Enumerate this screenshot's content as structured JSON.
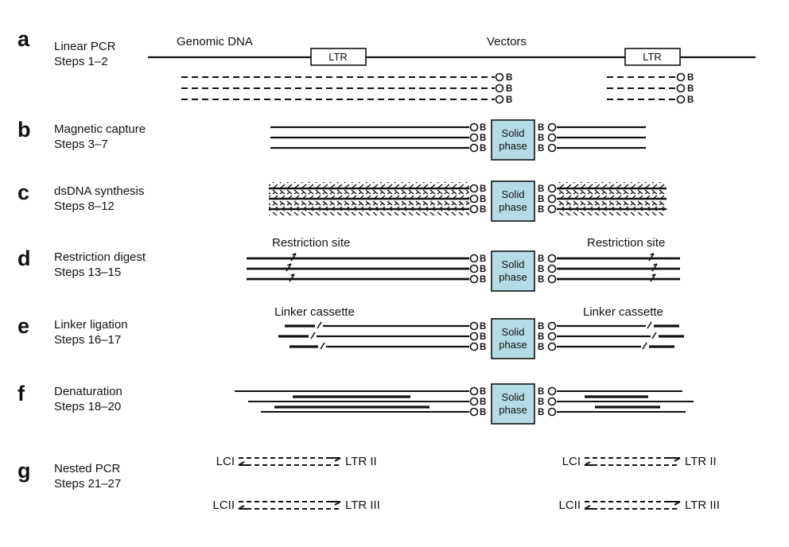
{
  "figure": {
    "panels": {
      "a": {
        "letter": "a",
        "line1": "Linear PCR",
        "line2": "Steps 1–2"
      },
      "b": {
        "letter": "b",
        "line1": "Magnetic capture",
        "line2": "Steps 3–7"
      },
      "c": {
        "letter": "c",
        "line1": "dsDNA synthesis",
        "line2": "Steps 8–12"
      },
      "d": {
        "letter": "d",
        "line1": "Restriction digest",
        "line2": "Steps 13–15"
      },
      "e": {
        "letter": "e",
        "line1": "Linker ligation",
        "line2": "Steps 16–17"
      },
      "f": {
        "letter": "f",
        "line1": "Denaturation",
        "line2": "Steps 18–20"
      },
      "g": {
        "letter": "g",
        "line1": "Nested PCR",
        "line2": "Steps 21–27"
      }
    },
    "labels": {
      "genomic_dna": "Genomic DNA",
      "vectors": "Vectors",
      "ltr": "LTR",
      "biotin": "B",
      "solid": "Solid",
      "phase": "phase",
      "restriction_site": "Restriction site",
      "linker_cassette": "Linker cassette",
      "lci": "LCI",
      "lcii": "LCII",
      "ltr_ii": "LTR II",
      "ltr_iii": "LTR III"
    },
    "colors": {
      "solid_phase_fill": "#b5dbe4",
      "line": "#111111",
      "background": "#ffffff"
    }
  }
}
